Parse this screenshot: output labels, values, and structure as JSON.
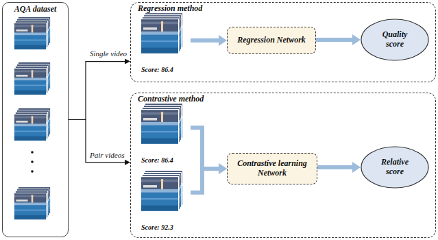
{
  "diagram": {
    "nodes": [
      {
        "text": [
          "AQA dataset"
        ]
      },
      {
        "text": [
          "Regression method"
        ]
      },
      {
        "text": [
          "Score: 86.4"
        ],
        "in": 1
      },
      {
        "text": [
          "Regression Network"
        ],
        "in": 1
      },
      {
        "text": [
          "Quality score"
        ],
        "in": 1
      },
      {
        "text": [
          "Contrastive method"
        ]
      },
      {
        "text": [
          "Score: 86.4"
        ],
        "in": 5
      },
      {
        "text": [
          "Score: 92.3"
        ],
        "in": 5
      },
      {
        "text": [
          "Contrastive learning Network"
        ],
        "in": 5
      },
      {
        "text": [
          "Relative score"
        ],
        "in": 5
      }
    ],
    "edges": [
      {
        "from": 0,
        "to": 1,
        "label": "Single video",
        "arrow": "to"
      },
      {
        "from": 0,
        "to": 5,
        "label": "Pair videos",
        "arrow": "to"
      },
      {
        "from": 2,
        "to": 3,
        "arrow": "to"
      },
      {
        "from": 3,
        "to": 4,
        "arrow": "to"
      },
      {
        "from": 6,
        "to": 8,
        "arrow": "to"
      },
      {
        "from": 7,
        "to": 8,
        "arrow": "to"
      },
      {
        "from": 8,
        "to": 9,
        "arrow": "to"
      }
    ]
  }
}
